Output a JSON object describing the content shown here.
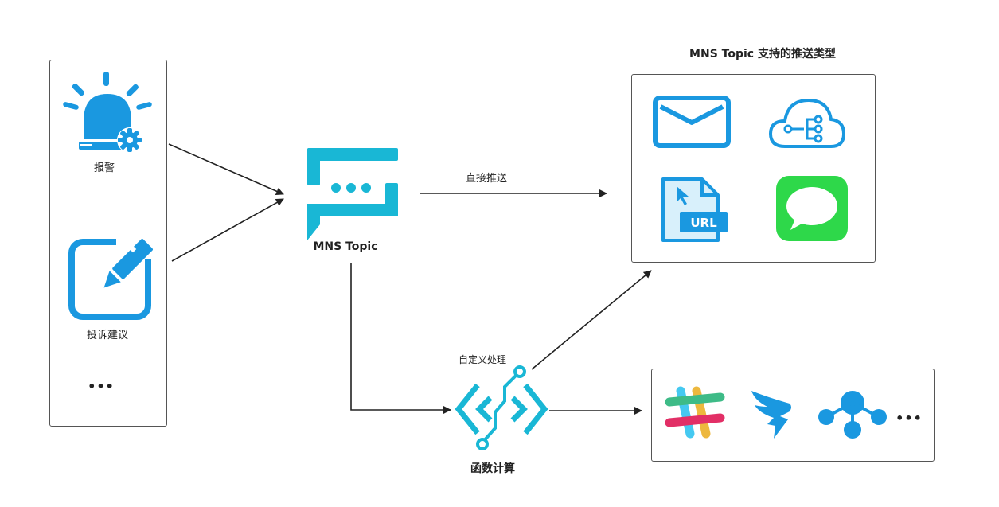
{
  "title": "MNS Topic 支持的推送类型",
  "sources": {
    "alarm_label": "报警",
    "complaint_label": "投诉建议",
    "more": "•••"
  },
  "topic": {
    "label": "MNS Topic"
  },
  "edges": {
    "direct_push": "直接推送",
    "custom_processing": "自定义处理"
  },
  "function_compute": {
    "label": "函数计算"
  },
  "push_types": {
    "icons": [
      "mail-icon",
      "cloud-network-icon",
      "url-file-icon",
      "message-bubble-icon"
    ]
  },
  "integrations": {
    "icons": [
      "slack-icon",
      "dingtalk-icon",
      "webhook-icon"
    ],
    "more": "•••"
  },
  "colors": {
    "blue": "#1a98e0",
    "cyan": "#19b7d5",
    "green": "#2ed84a",
    "arrow": "#222222"
  }
}
